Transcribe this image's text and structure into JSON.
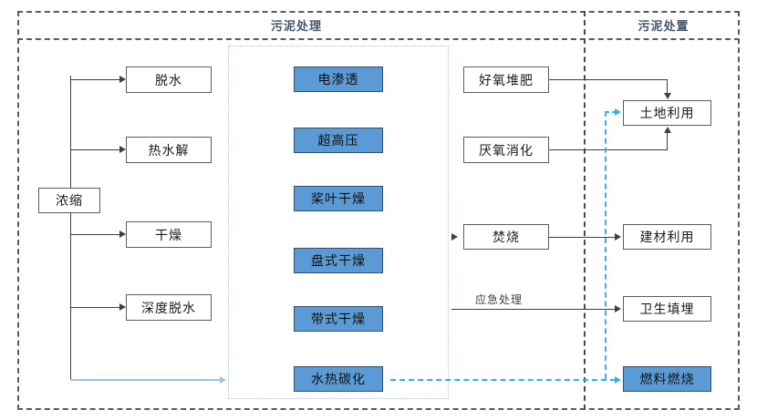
{
  "diagram": {
    "title_bands": [
      {
        "id": "treatment",
        "label": "污泥处理"
      },
      {
        "id": "disposal",
        "label": "污泥处置"
      }
    ],
    "source_node": {
      "label": "浓缩"
    },
    "process_nodes": [
      {
        "label": "脱水"
      },
      {
        "label": "热水解"
      },
      {
        "label": "干燥"
      },
      {
        "label": "深度脱水"
      }
    ],
    "technology_nodes": [
      {
        "label": "电渗透"
      },
      {
        "label": "超高压"
      },
      {
        "label": "桨叶干燥"
      },
      {
        "label": "盘式干燥"
      },
      {
        "label": "带式干燥"
      },
      {
        "label": "水热碳化"
      }
    ],
    "conversion_nodes": [
      {
        "label": "好氧堆肥"
      },
      {
        "label": "厌氧消化"
      },
      {
        "label": "焚烧"
      }
    ],
    "disposal_nodes": [
      {
        "label": "土地利用"
      },
      {
        "label": "建材利用"
      },
      {
        "label": "卫生填埋"
      },
      {
        "label": "燃料燃烧"
      }
    ],
    "edge_labels": [
      {
        "label": "应急处理"
      }
    ],
    "colors": {
      "highlight_fill": "#5b9bd5",
      "highlight_stroke": "#2f4f6f",
      "band_title": "#44546a",
      "frame_dash": "#5a5a5a",
      "inner_dotted": "#a8c6ea",
      "cyan_dash": "#2eb2e8",
      "light_blue": "#9dc3e6",
      "connector": "#3f3f3f"
    }
  }
}
